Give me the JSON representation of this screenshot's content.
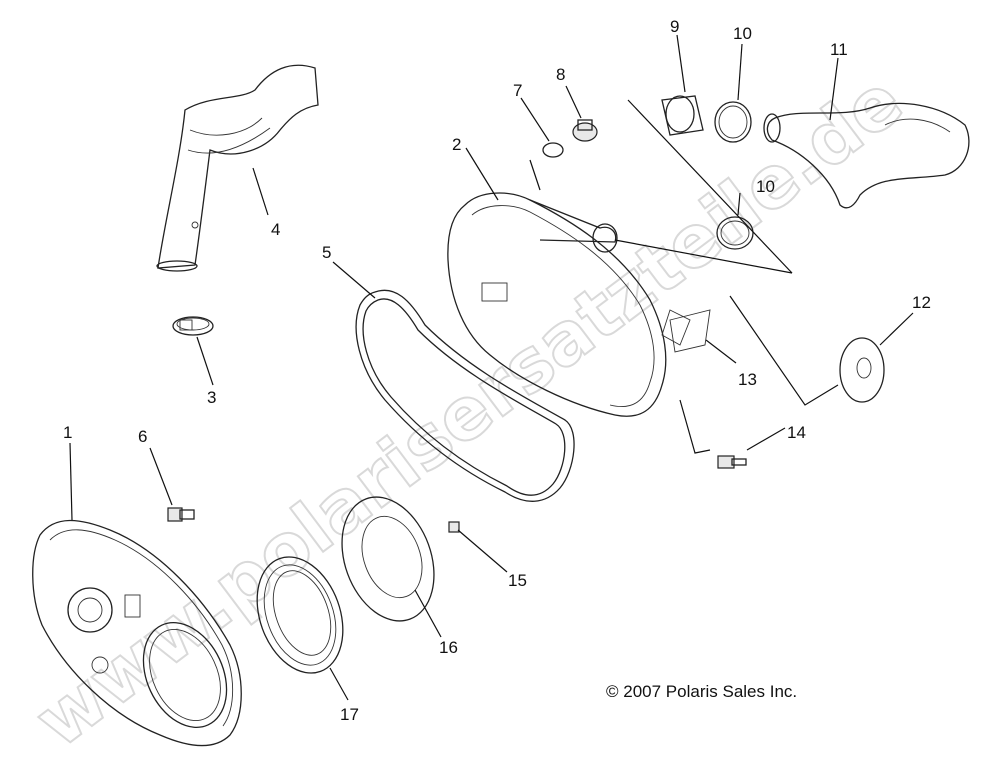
{
  "watermark": "www.polarisersatzteile.de",
  "copyright": "© 2007 Polaris Sales Inc.",
  "callouts": {
    "c1": "1",
    "c2": "2",
    "c3": "3",
    "c4": "4",
    "c5": "5",
    "c6": "6",
    "c7": "7",
    "c8": "8",
    "c9": "9",
    "c10a": "10",
    "c10b": "10",
    "c11": "11",
    "c12": "12",
    "c13": "13",
    "c14": "14",
    "c15": "15",
    "c16": "16",
    "c17": "17"
  }
}
